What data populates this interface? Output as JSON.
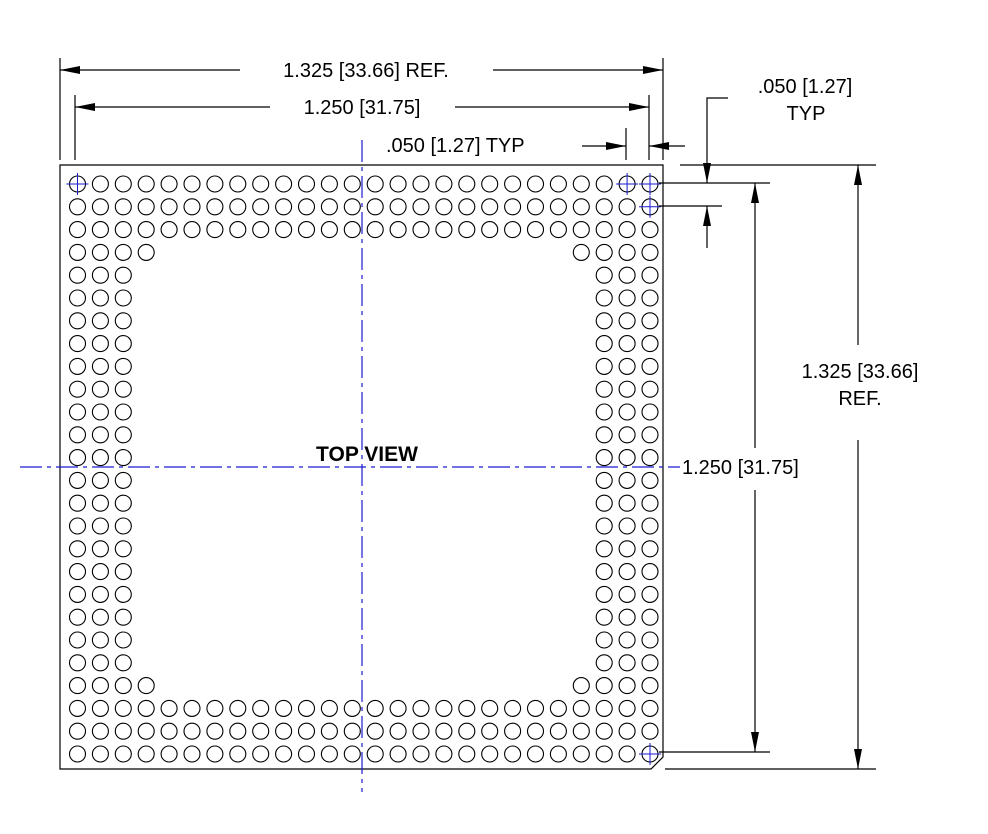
{
  "title": "TOP VIEW",
  "dimensions": {
    "overall_width": "1.325 [33.66] REF.",
    "pitch_width": "1.250 [31.75]",
    "pin_pitch_horizontal": ".050 [1.27] TYP",
    "pin_pitch_vertical_top": ".050 [1.27]",
    "pin_pitch_vertical_bottom": "TYP",
    "overall_height_top": "1.325 [33.66]",
    "overall_height_bottom": "REF.",
    "pitch_height": "1.250 [31.75]"
  },
  "pin_grid": {
    "columns": 26,
    "rows": 26,
    "outer_rows_full": 3,
    "inner_corner_extra_rows": 1
  },
  "colors": {
    "outline": "#000000",
    "centerline": "#1a1ad0"
  }
}
